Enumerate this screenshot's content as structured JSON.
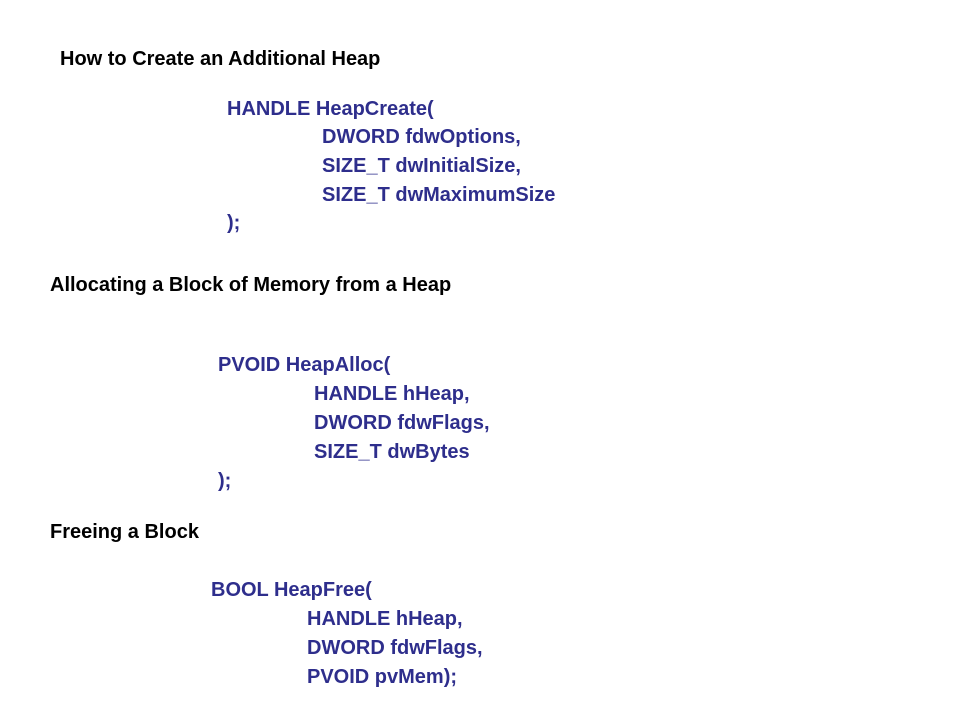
{
  "colors": {
    "heading": "#000000",
    "code": "#2e2e8c",
    "background": "#ffffff"
  },
  "sections": [
    {
      "heading": "How to Create an Additional Heap",
      "code": {
        "signature": "HANDLE HeapCreate(",
        "params": [
          "DWORD fdwOptions,",
          "SIZE_T dwInitialSize,",
          "SIZE_T dwMaximumSize"
        ],
        "closing": ");"
      }
    },
    {
      "heading": "Allocating a Block of Memory from a Heap",
      "code": {
        "signature": "PVOID HeapAlloc(",
        "params": [
          "HANDLE hHeap,",
          "DWORD fdwFlags,",
          "SIZE_T dwBytes"
        ],
        "closing": ");"
      }
    },
    {
      "heading": "Freeing a Block",
      "code": {
        "signature": "BOOL HeapFree(",
        "params": [
          "HANDLE hHeap,",
          "DWORD fdwFlags,",
          "PVOID pvMem);"
        ]
      }
    }
  ]
}
